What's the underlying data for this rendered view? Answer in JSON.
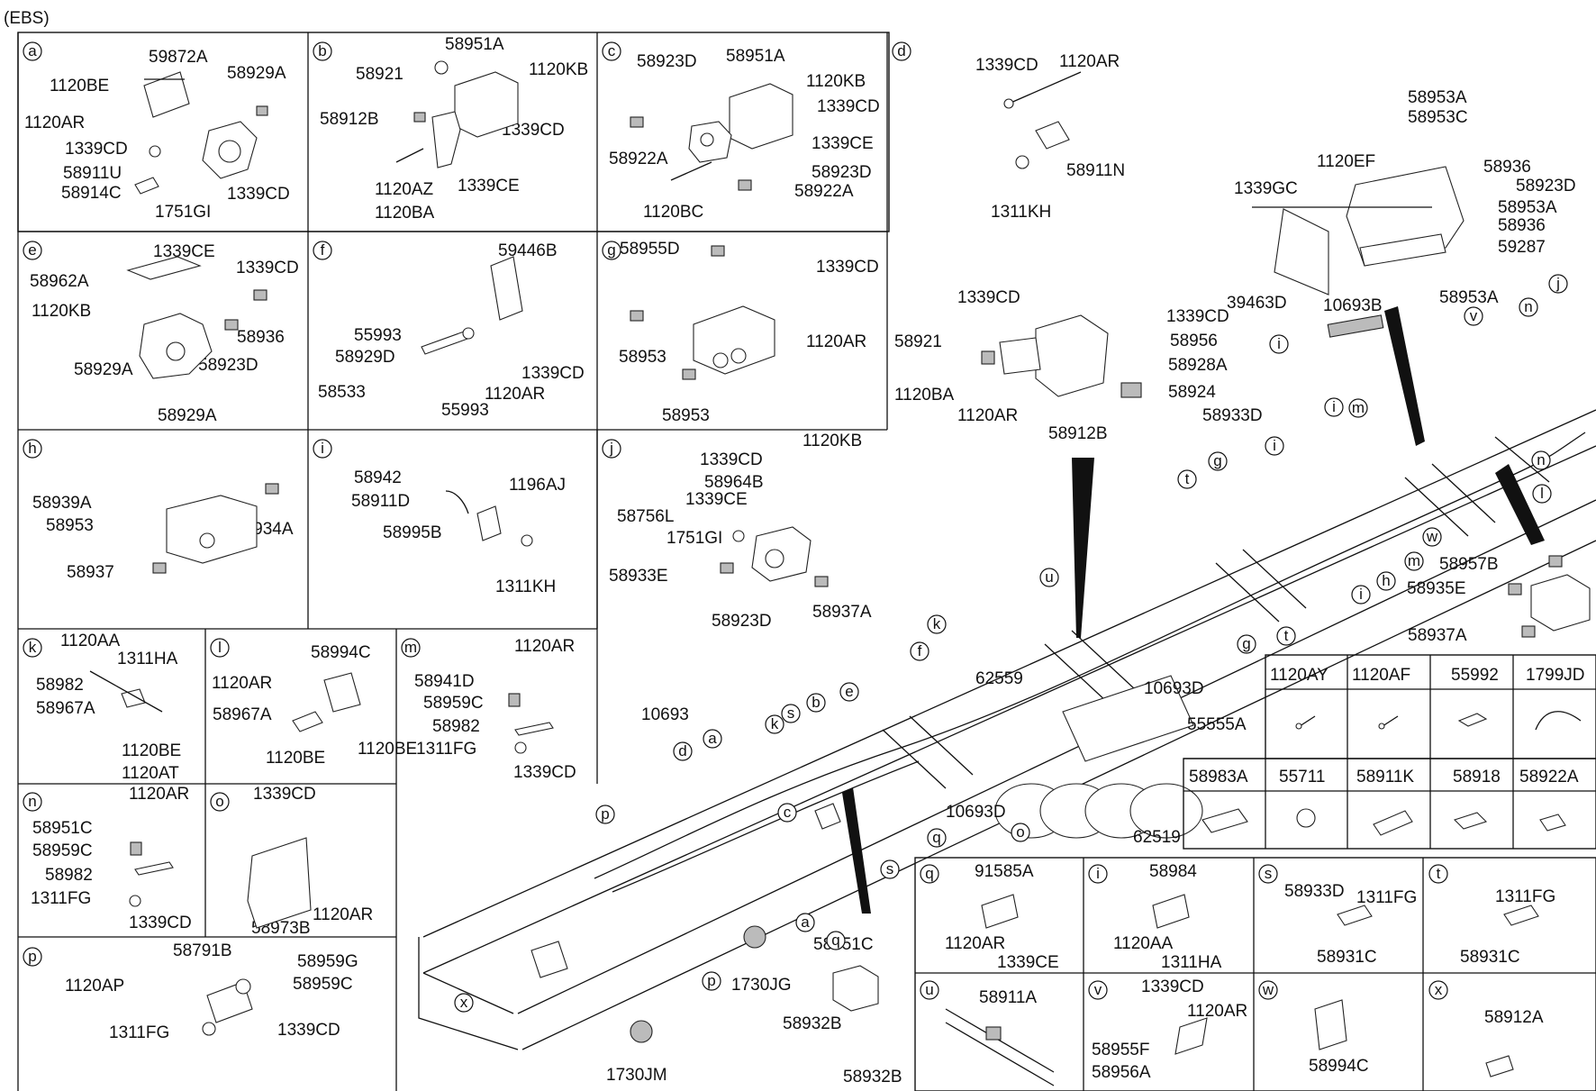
{
  "diagram_title": "(EBS)",
  "panels": [
    {
      "letter": "a",
      "labels": [
        "59872A",
        "1120BE",
        "58929A",
        "1120AR",
        "1339CD",
        "58911U",
        "58914C",
        "1751GI",
        "1339CD"
      ]
    },
    {
      "letter": "b",
      "labels": [
        "58951A",
        "58921",
        "1120KB",
        "58912B",
        "1339CD",
        "1339CE",
        "1120AZ",
        "1120BA"
      ]
    },
    {
      "letter": "c",
      "labels": [
        "58923D",
        "58951A",
        "1120KB",
        "1339CD",
        "1339CE",
        "58922A",
        "58923D",
        "58922A",
        "1120BC"
      ]
    },
    {
      "letter": "d",
      "labels": [
        "1339CD",
        "1120AR",
        "58911N",
        "1311KH"
      ]
    },
    {
      "letter": "e",
      "labels": [
        "1339CE",
        "1339CD",
        "58962A",
        "1120KB",
        "58936",
        "58923D",
        "58929A",
        "58929A"
      ]
    },
    {
      "letter": "f",
      "labels": [
        "59446B",
        "55993",
        "58929D",
        "1339CD",
        "58533",
        "1120AR",
        "55993"
      ]
    },
    {
      "letter": "g",
      "labels": [
        "58955D",
        "1339CD",
        "1120AR",
        "58953",
        "58953"
      ]
    },
    {
      "letter": "h",
      "labels": [
        "58939A",
        "58953",
        "58934A",
        "58937"
      ]
    },
    {
      "letter": "i",
      "labels": [
        "58942",
        "1196AJ",
        "58911D",
        "58995B",
        "1311KH"
      ]
    },
    {
      "letter": "j",
      "labels": [
        "1339CD",
        "1120KB",
        "58964B",
        "1339CE",
        "58756L",
        "1751GI",
        "58933E",
        "58923D",
        "58937A"
      ]
    },
    {
      "letter": "k",
      "labels": [
        "1120AA",
        "1311HA",
        "58982",
        "58967A",
        "1120BE",
        "1120AT"
      ]
    },
    {
      "letter": "l",
      "labels": [
        "58994C",
        "1120AR",
        "58967A",
        "1120BE",
        "1120BE"
      ]
    },
    {
      "letter": "m",
      "labels": [
        "1120AR",
        "58941D",
        "58959C",
        "58982",
        "1311FG",
        "1339CD"
      ]
    },
    {
      "letter": "n",
      "labels": [
        "1120AR",
        "58951C",
        "58959C",
        "58982",
        "1311FG",
        "1339CD"
      ]
    },
    {
      "letter": "o",
      "labels": [
        "1339CD",
        "1120AR",
        "58973B"
      ]
    },
    {
      "letter": "p",
      "labels": [
        "58791B",
        "58959G",
        "1120AP",
        "58959C",
        "1311FG",
        "1339CD"
      ]
    }
  ],
  "small_panels": [
    {
      "letter": "q",
      "labels": [
        "91585A",
        "1120AR",
        "1339CE"
      ]
    },
    {
      "letter": "i",
      "labels": [
        "58984",
        "1120AA",
        "1311HA"
      ]
    },
    {
      "letter": "s",
      "labels": [
        "58933D",
        "1311FG",
        "58931C"
      ]
    },
    {
      "letter": "t",
      "labels": [
        "1311FG",
        "58931C"
      ]
    },
    {
      "letter": "u",
      "labels": [
        "58911A"
      ]
    },
    {
      "letter": "v",
      "labels": [
        "1339CD",
        "1120AR",
        "58955F",
        "58956A"
      ]
    },
    {
      "letter": "w",
      "labels": [
        "58994C"
      ]
    },
    {
      "letter": "x",
      "labels": [
        "58912A"
      ]
    }
  ],
  "parts_table": {
    "row1": [
      "1120AY",
      "1120AF",
      "55992",
      "1799JD"
    ],
    "row2": [
      "58983A",
      "55711",
      "58911K",
      "58918",
      "58922A"
    ]
  },
  "modulator_labels": [
    "58953A",
    "58953C",
    "1120EF",
    "58936",
    "1339GC",
    "58923D",
    "58953A",
    "58936",
    "59287",
    "39463D",
    "58953A",
    "10693B"
  ],
  "valve_labels": [
    "1339CD",
    "1339CD",
    "58921",
    "58956",
    "58928A",
    "1120BA",
    "58924",
    "1120AR",
    "58933D",
    "58912B"
  ],
  "bottom_right_labels": [
    "58957B",
    "58935E",
    "58937A"
  ],
  "chassis_labels": [
    "10693",
    "10693D",
    "10693D",
    "62559",
    "55555A",
    "62519",
    "1730JG",
    "1730JM",
    "58951C",
    "58932B",
    "58932B"
  ],
  "chassis_letters": [
    "a",
    "b",
    "c",
    "d",
    "e",
    "f",
    "g",
    "g",
    "h",
    "i",
    "i",
    "i",
    "i",
    "j",
    "k",
    "k",
    "l",
    "m",
    "m",
    "n",
    "n",
    "o",
    "p",
    "p",
    "q",
    "q",
    "s",
    "s",
    "t",
    "t",
    "u",
    "v",
    "w",
    "x",
    "a"
  ]
}
